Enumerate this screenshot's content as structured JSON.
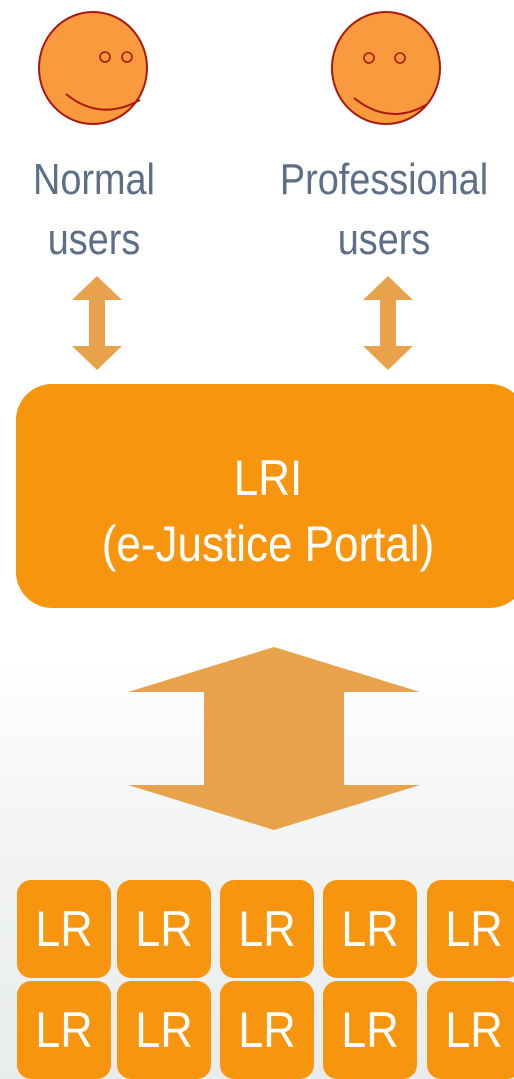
{
  "users": [
    {
      "line1": "Normal",
      "line2": "users"
    },
    {
      "line1": "Professional",
      "line2": "users"
    }
  ],
  "portal": {
    "title": "LRI",
    "subtitle": "(e-Justice Portal)"
  },
  "registers": [
    [
      "LR",
      "LR",
      "LR",
      "LR",
      "LR"
    ],
    [
      "LR",
      "LR",
      "LR",
      "LR",
      "LR"
    ]
  ],
  "colors": {
    "face_fill": "#f99a3e",
    "face_outline": "#a8190e",
    "user_label": "#5d6f86",
    "arrow": "#e8a24b",
    "box": "#f7950f",
    "box_text": "#ffffff"
  },
  "icons": [
    "smiley-face-icon",
    "double-arrow-icon"
  ]
}
